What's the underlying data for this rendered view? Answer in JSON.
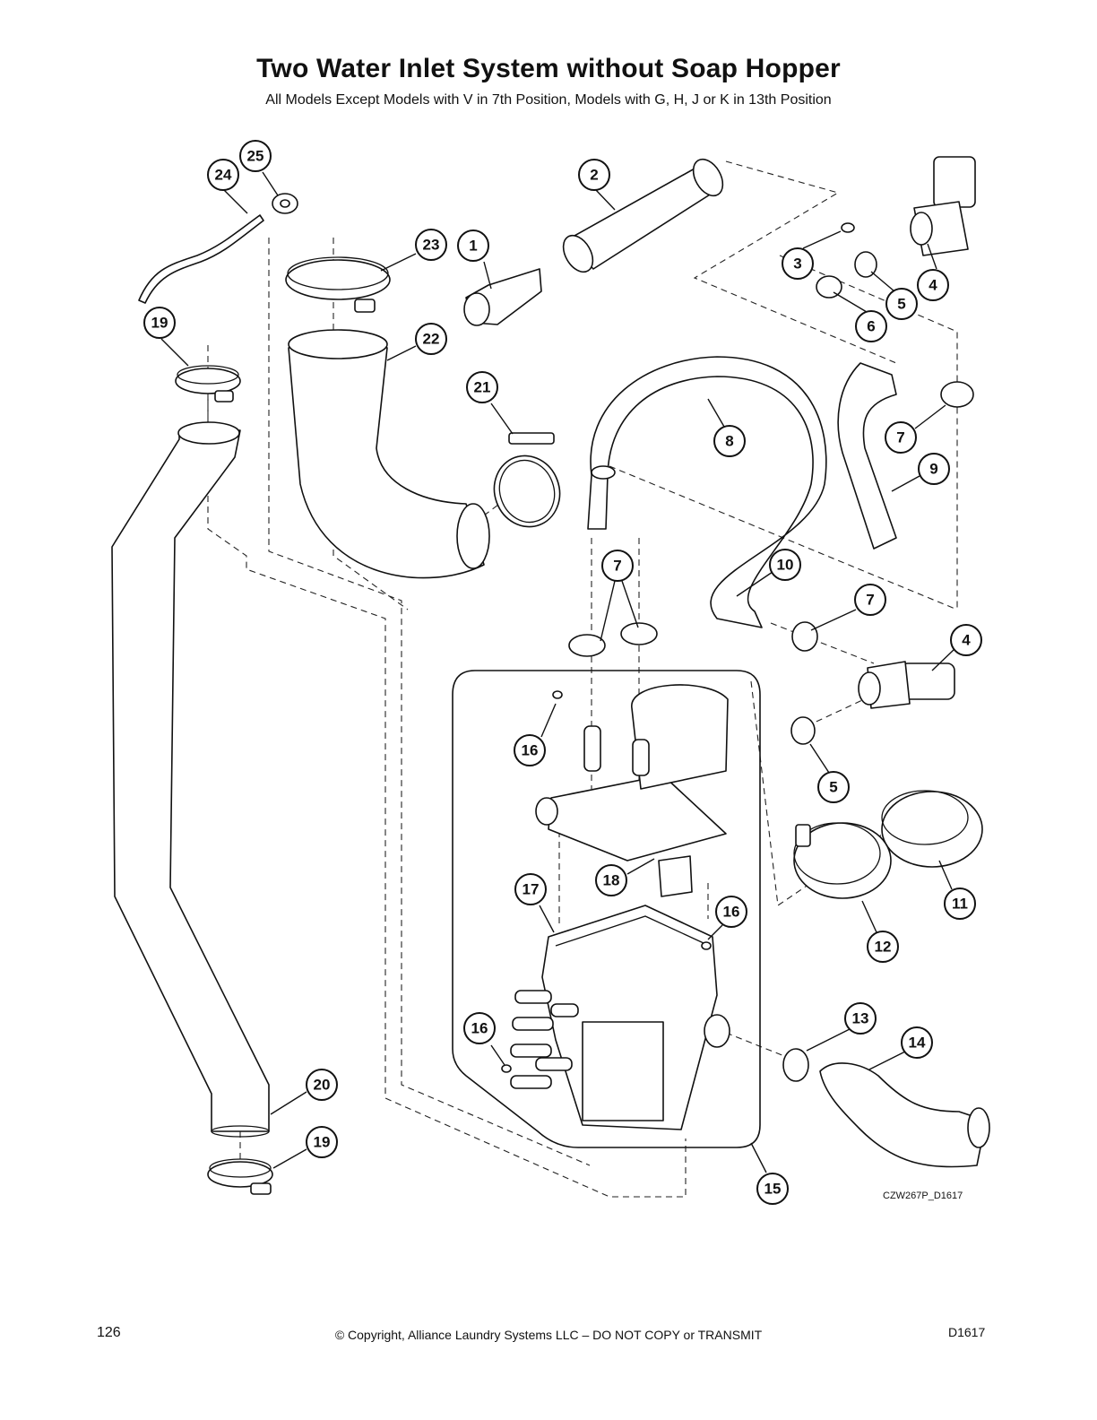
{
  "title": "Two Water Inlet System without Soap Hopper",
  "subtitle": "All Models Except Models with V in 7th Position, Models with G, H, J or K in 13th Position",
  "drawing_ref": "CZW267P_D1617",
  "callouts": [
    "1",
    "2",
    "3",
    "4",
    "5",
    "6",
    "7",
    "8",
    "9",
    "10",
    "7",
    "7",
    "7",
    "4",
    "5",
    "11",
    "12",
    "13",
    "14",
    "15",
    "16",
    "16",
    "16",
    "17",
    "18",
    "19",
    "19",
    "20",
    "21",
    "22",
    "23",
    "24",
    "25"
  ],
  "footer": {
    "page": "126",
    "copyright": "© Copyright, Alliance Laundry Systems LLC – DO NOT COPY or TRANSMIT",
    "code": "D1617"
  }
}
